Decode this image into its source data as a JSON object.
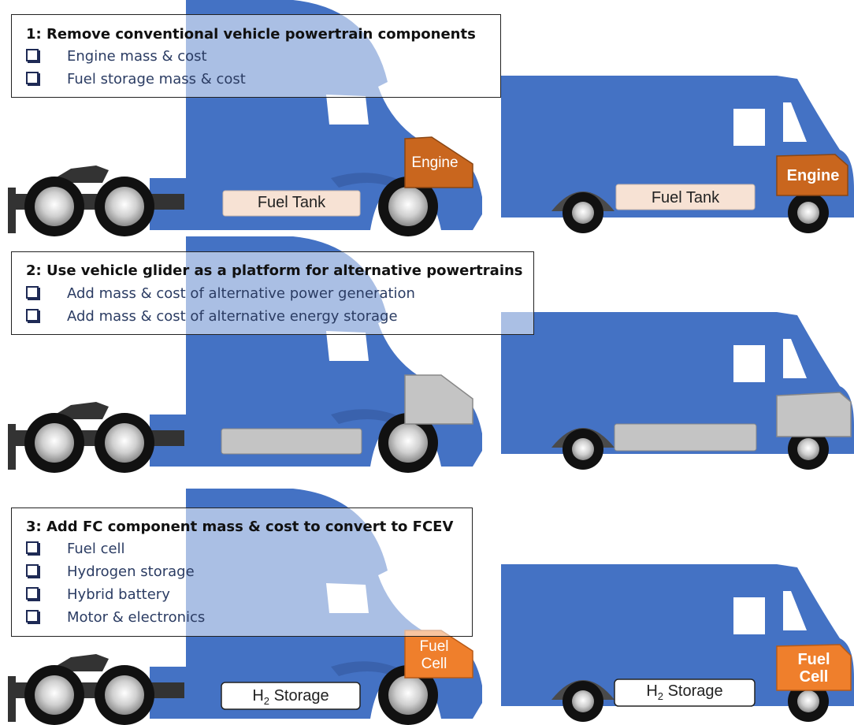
{
  "panels": [
    {
      "heading": "1: Remove conventional vehicle powertrain components",
      "items": [
        "Engine mass & cost",
        "Fuel storage mass & cost"
      ],
      "semi_engine_label": "Engine",
      "semi_tank_label": "Fuel Tank",
      "box_engine_label": "Engine",
      "box_tank_label": "Fuel Tank",
      "engine_color": "#c9661e",
      "tank_color": "#f7e2d4"
    },
    {
      "heading": "2: Use vehicle glider as a platform for alternative powertrains",
      "items": [
        "Add mass & cost of alternative power generation",
        "Add mass & cost of alternative energy storage"
      ],
      "engine_color": "#c4c4c4",
      "tank_color": "#c4c4c4"
    },
    {
      "heading": "3: Add FC component mass & cost to convert to FCEV",
      "items": [
        "Fuel cell",
        "Hydrogen storage",
        "Hybrid battery",
        "Motor & electronics"
      ],
      "semi_fc_label": [
        "Fuel",
        "Cell"
      ],
      "box_fc_label": [
        "Fuel",
        "Cell"
      ],
      "h2_prefix": "H",
      "h2_sub": "2",
      "h2_suffix": " Storage",
      "engine_color": "#ef7f2c",
      "tank_color": "#ffffff"
    }
  ],
  "colors": {
    "truck_blue": "#4472c4",
    "wheel": "#111111",
    "hub": "#cfcfcf"
  }
}
